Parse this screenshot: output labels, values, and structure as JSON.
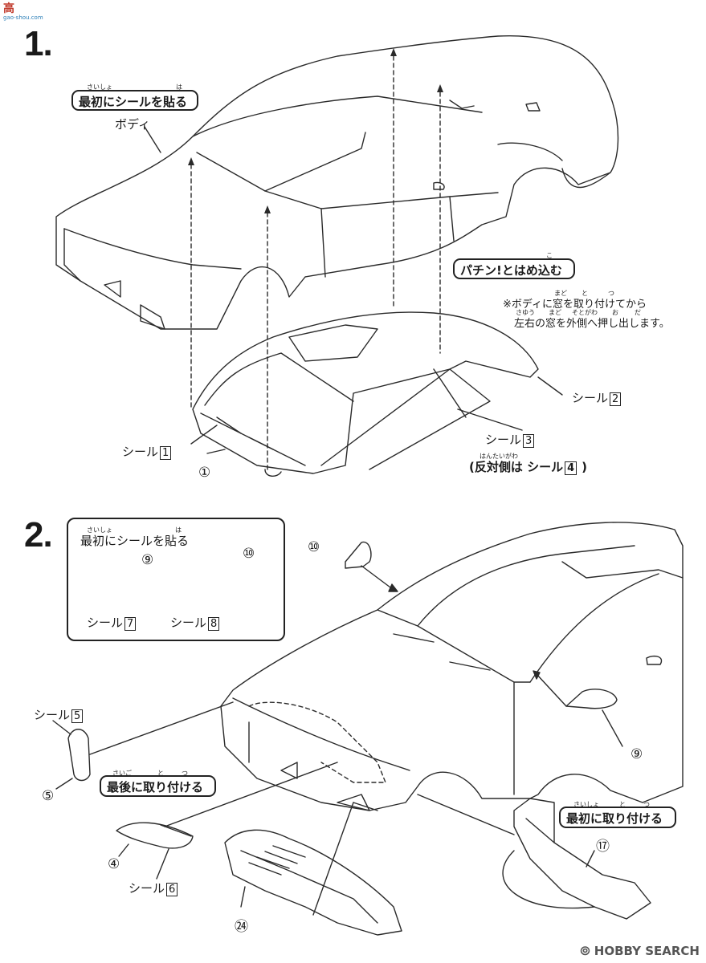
{
  "watermark": {
    "top_logo_text": "高",
    "top_logo_sub": "gao-shou.com",
    "footer_text": "HOBBY SEARCH",
    "footer_logo": "⦾"
  },
  "step1": {
    "number": "1.",
    "callout_first_seal": {
      "ruby_saisho": "さいしょ",
      "ruby_ha": "は",
      "text": "最初にシールを貼る"
    },
    "body_label": "ボディ",
    "callout_snap": {
      "ruby": "こ",
      "text": "パチン!とはめ込む"
    },
    "note_line1": "※ボディに窓を取り付けてから",
    "note_line1_ruby": {
      "mado": "まど",
      "to": "と",
      "tsu": "つ"
    },
    "note_line2": "左右の窓を外側へ押し出します。",
    "note_line2_ruby": {
      "sayuu": "さゆう",
      "mado": "まど",
      "sotogawa": "そとがわ",
      "o": "お",
      "da": "だ"
    },
    "seal2": {
      "text": "シール",
      "num": "2"
    },
    "seal1": {
      "text": "シール",
      "num": "1"
    },
    "part1": "①",
    "seal3": {
      "text": "シール",
      "num": "3"
    },
    "seal4_note": {
      "ruby": "はんたいがわ",
      "prefix": "(反対側は シール",
      "num": "4",
      "suffix": ")"
    }
  },
  "step2": {
    "number": "2.",
    "inset": {
      "ruby_saisho": "さいしょ",
      "ruby_ha": "は",
      "title": "最初にシールを貼る",
      "part9": "⑨",
      "part10": "⑩",
      "seal7": {
        "text": "シール",
        "num": "7"
      },
      "seal8": {
        "text": "シール",
        "num": "8"
      }
    },
    "part10_main": "⑩",
    "part9_main": "⑨",
    "seal5": {
      "text": "シール",
      "num": "5"
    },
    "part5": "⑤",
    "callout_last": {
      "ruby_saigo": "さいご",
      "ruby_to": "と",
      "ruby_tsu": "つ",
      "text": "最後に取り付ける"
    },
    "part4": "④",
    "seal6": {
      "text": "シール",
      "num": "6"
    },
    "part24": "㉔",
    "callout_first_attach": {
      "ruby_saisho": "さいしょ",
      "ruby_to": "と",
      "ruby_tsu": "つ",
      "text": "最初に取り付ける"
    },
    "part17": "⑰"
  }
}
